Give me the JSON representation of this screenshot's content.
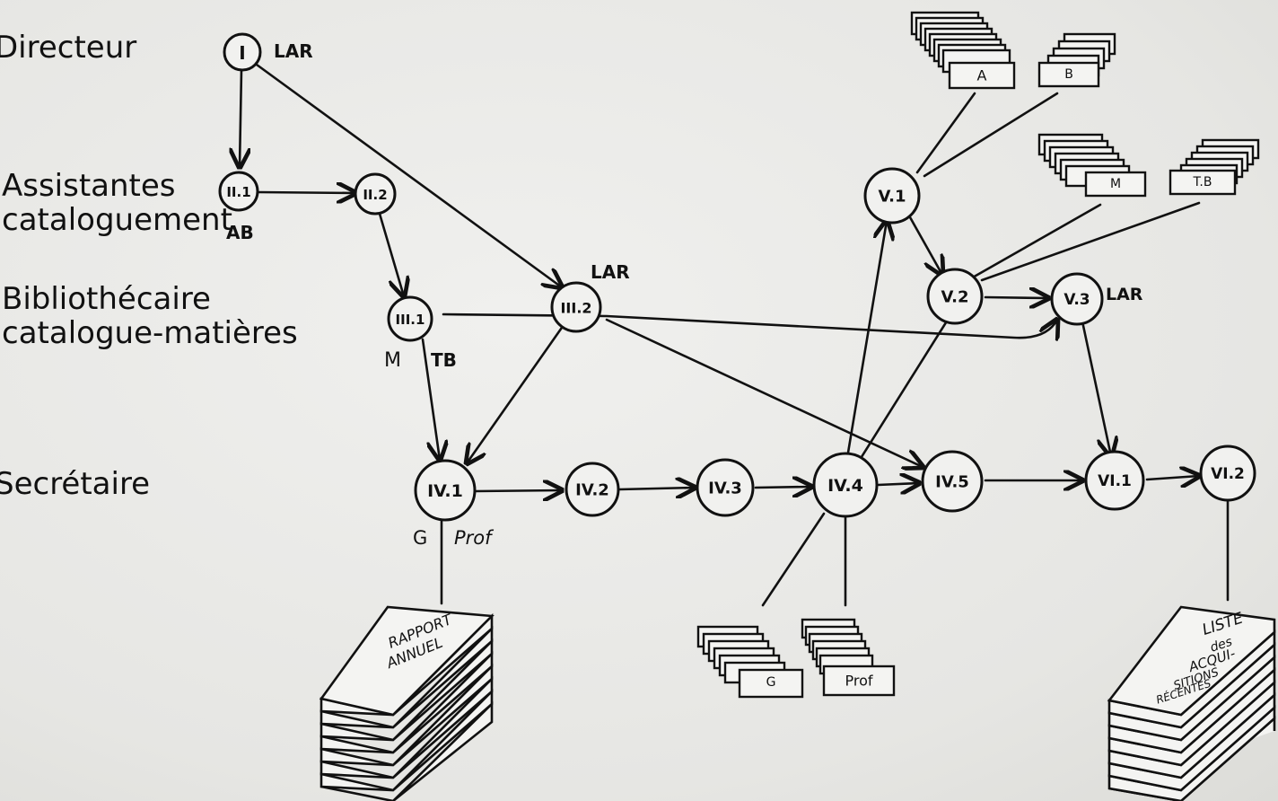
{
  "roles": {
    "directeur": "Directeur",
    "assistantes_l1": "Assistantes",
    "assistantes_l2": "catalogue­ment",
    "bibliothecaire_l1": "Bibliothécaire",
    "bibliothecaire_l2": "catalogue-matières",
    "secretaire": "Secrétaire"
  },
  "nodes": {
    "I": "I",
    "II_1": "II.1",
    "II_2": "II.2",
    "III_1": "III.1",
    "III_2": "III.2",
    "IV_1": "IV.1",
    "IV_2": "IV.2",
    "IV_3": "IV.3",
    "IV_4": "IV.4",
    "IV_5": "IV.5",
    "V_1": "V.1",
    "V_2": "V.2",
    "V_3": "V.3",
    "VI_1": "VI.1",
    "VI_2": "VI.2"
  },
  "annotations": {
    "lar_1": "LAR",
    "ab": "AB",
    "lar_2": "LAR",
    "m": "M",
    "tb": "TB",
    "g": "G",
    "prof": "Prof",
    "lar_3": "LAR"
  },
  "files": {
    "a": "A",
    "b": "B",
    "m": "M",
    "tb": "T.B",
    "g": "G",
    "prof": "Prof"
  },
  "documents": {
    "rapport_l1": "RAPPORT",
    "rapport_l2": "ANNUEL",
    "liste_l1": "LISTE",
    "liste_l2": "des",
    "liste_l3": "ACQUI-",
    "liste_l4": "SITIONS",
    "liste_l5": "RÉCENTES"
  }
}
